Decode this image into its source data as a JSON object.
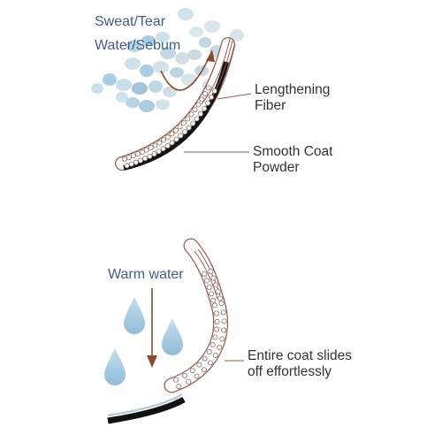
{
  "top_panel": {
    "moisture_labels": [
      "Sweat/Tear",
      "Water/Sebum"
    ],
    "lengthening_fiber_lines": [
      "Lengthening",
      "Fiber"
    ],
    "smooth_coat_lines": [
      "Smooth Coat",
      "Powder"
    ]
  },
  "bottom_panel": {
    "warm_water_label": "Warm water",
    "slides_off_lines": [
      "Entire coat slides",
      "off effortlessly"
    ]
  },
  "colors": {
    "label_blue": "#3f5f86",
    "label_dark": "#333333",
    "coat_outline": "#9a5a4e",
    "lash_black": "#111111",
    "arrow_brown": "#8a4a2c",
    "droplet_blue": "#a9cde2",
    "bubble_light": "#cfe3ec"
  }
}
